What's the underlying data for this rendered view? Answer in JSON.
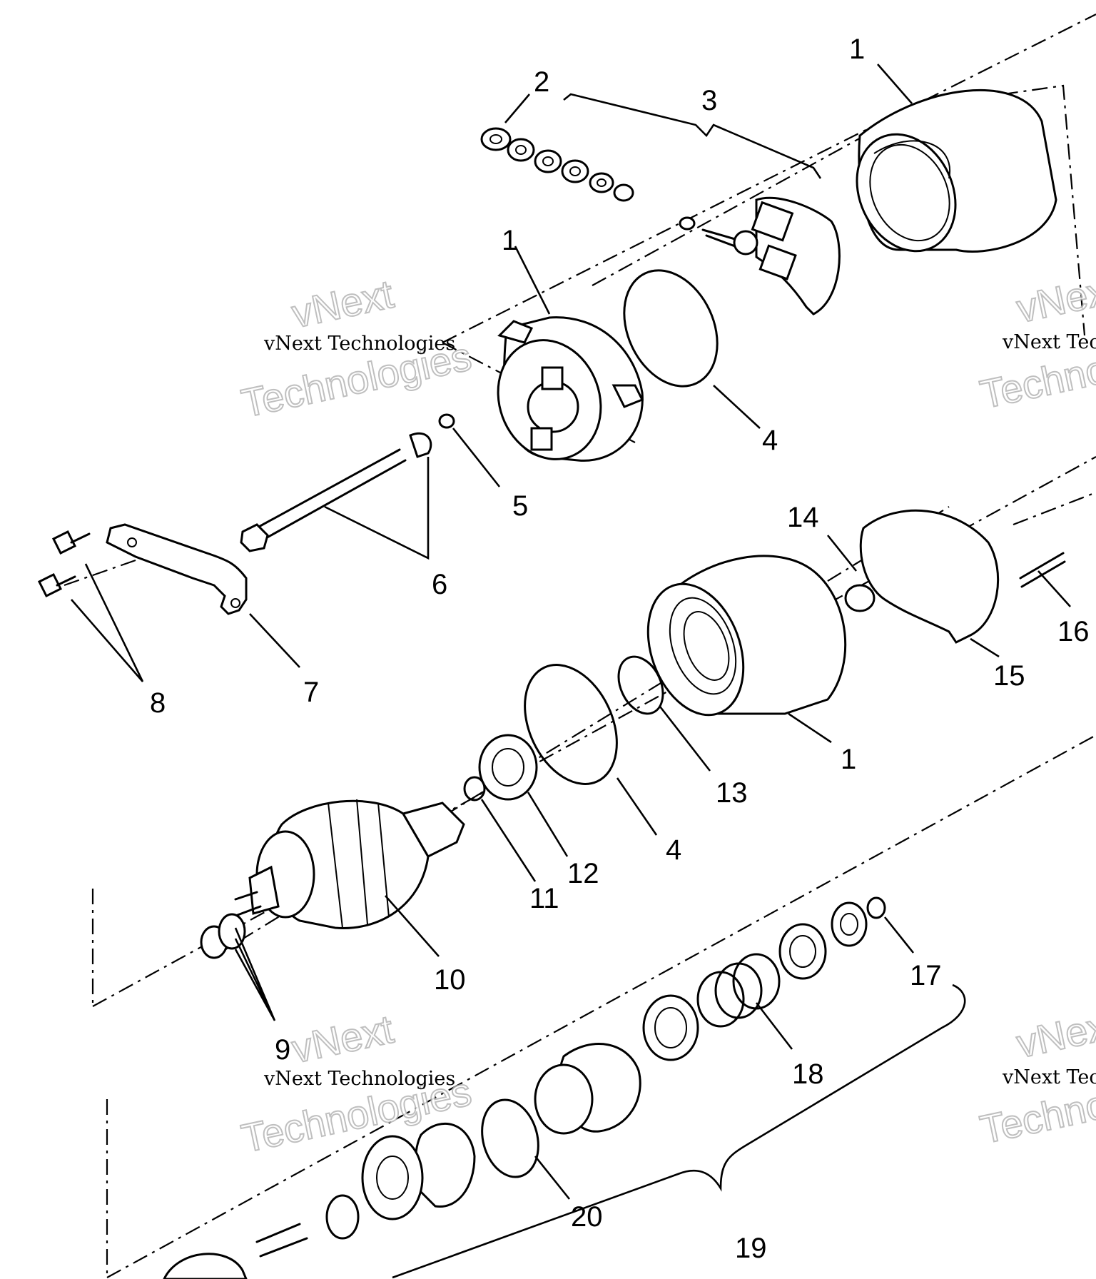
{
  "callouts": {
    "c1_top": "1",
    "c2": "2",
    "c3": "3",
    "c1_cover": "1",
    "c4_top": "4",
    "c5": "5",
    "c6": "6",
    "c7": "7",
    "c8": "8",
    "c14": "14",
    "c16": "16",
    "c15": "15",
    "c1_housing": "1",
    "c13": "13",
    "c4_mid": "4",
    "c12": "12",
    "c11": "11",
    "c10": "10",
    "c9": "9",
    "c17": "17",
    "c18": "18",
    "c20": "20",
    "c19": "19"
  },
  "watermark": {
    "brand": "vNext",
    "word": "Technologies",
    "full": "vNext Technologies"
  }
}
